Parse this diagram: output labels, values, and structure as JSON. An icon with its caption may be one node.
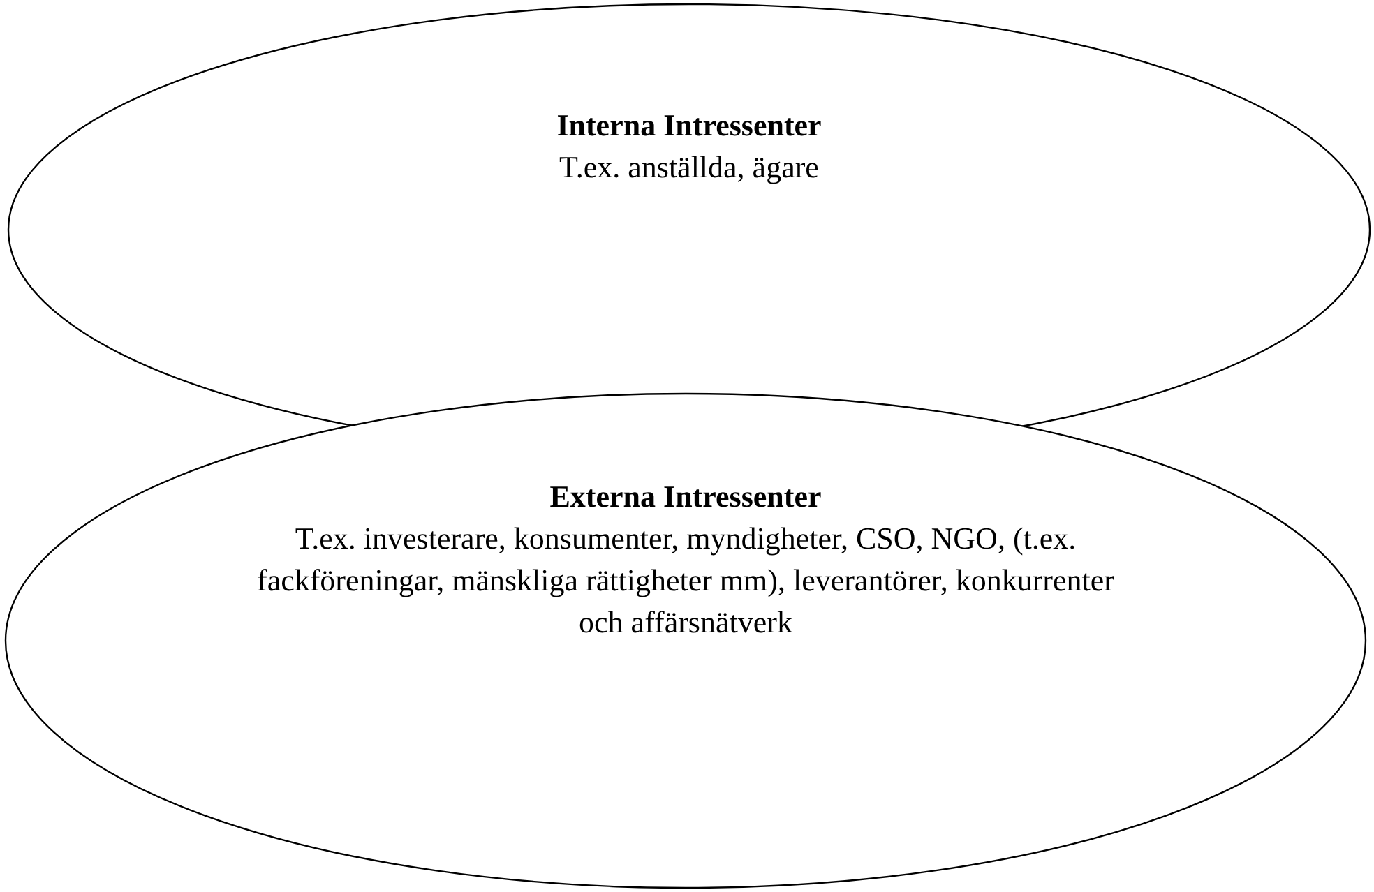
{
  "diagram": {
    "nodes": [
      {
        "text": [
          "Interna Intressenter",
          "T.ex. anställda, ägare"
        ]
      },
      {
        "text": [
          "Externa Intressenter",
          "T.ex. investerare, konsumenter, myndigheter, CSO, NGO, (t.ex. fackföreningar, mänskliga rättigheter mm), leverantörer, konkurrenter och affärsnätverk"
        ]
      }
    ]
  }
}
